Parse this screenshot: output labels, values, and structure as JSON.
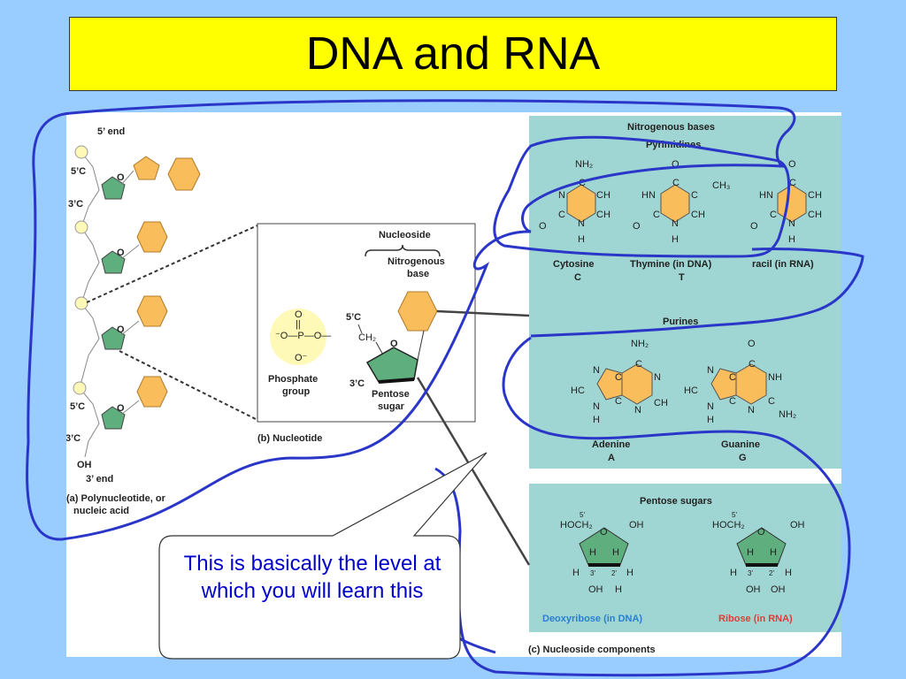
{
  "slide": {
    "title": "DNA and RNA",
    "background_color": "#99ccff",
    "title_bg_color": "#ffff00",
    "callout": "This is basically the level at which you will learn this"
  },
  "figure": {
    "panel_a": {
      "top_label": "5’ end",
      "c5_label": "5’C",
      "c3_label": "3’C",
      "o_label": "O",
      "oh_label": "OH",
      "bottom_label": "3’ end",
      "caption_line1": "(a) Polynucleotide, or",
      "caption_line2": "nucleic acid"
    },
    "panel_b": {
      "nucleoside": "Nucleoside",
      "base_line1": "Nitrogenous",
      "base_line2": "base",
      "phosphate_line1": "Phosphate",
      "phosphate_line2": "group",
      "c5": "5’C",
      "c3": "3’C",
      "ch2": "CH₂",
      "o": "O",
      "sugar_line1": "Pentose",
      "sugar_line2": "sugar",
      "phosphate_o_top": "O",
      "phosphate_dbl": "||",
      "phosphate_row": "⁻O—P—O—",
      "phosphate_o_bottom": "O⁻",
      "caption": "(b) Nucleotide"
    },
    "panel_c": {
      "heading": "Nitrogenous bases",
      "pyrimidines": "Pyrimidines",
      "cytosine_name": "Cytosine",
      "cytosine_letter": "C",
      "thymine_name": "Thymine (in DNA)",
      "thymine_letter": "T",
      "uracil_name": "racil (in RNA)",
      "uracil_letter": "",
      "purines": "Purines",
      "adenine_name": "Adenine",
      "adenine_letter": "A",
      "guanine_name": "Guanine",
      "guanine_letter": "G",
      "pentose_sugars": "Pentose sugars",
      "deoxyribose": "Deoxyribose (in DNA)",
      "ribose": "Ribose (in RNA)",
      "caption": "(c) Nucleoside components",
      "atoms": {
        "NH2": "NH₂",
        "N": "N",
        "C": "C",
        "CH": "CH",
        "HN": "HN",
        "HC": "HC",
        "O": "O",
        "H": "H",
        "NH": "NH",
        "CH3": "CH₃",
        "HOCH2": "HOCH₂",
        "OH": "OH",
        "five_prime": "5'",
        "three_prime": "3'",
        "two_prime": "2'"
      }
    },
    "colors": {
      "base_fill": "#f9bd5c",
      "sugar_fill": "#5fae7e",
      "phosphate_fill": "#fff9b8",
      "teal_panel": "#9fd6d3",
      "outline_blue": "#2a36c8",
      "deoxyribose_color": "#2a7fd0",
      "ribose_color": "#e23b3b"
    }
  }
}
